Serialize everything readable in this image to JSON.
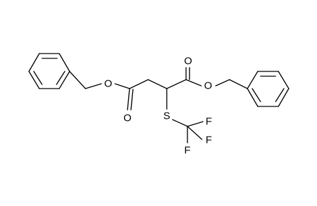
{
  "molecule": {
    "atoms": {
      "o_ester_left": "O",
      "o_carbonyl_left": "O",
      "o_carbonyl_right": "O",
      "o_ester_right": "O",
      "s": "S",
      "f_right": "F",
      "f_lower": "F",
      "f_bottom": "F"
    }
  }
}
